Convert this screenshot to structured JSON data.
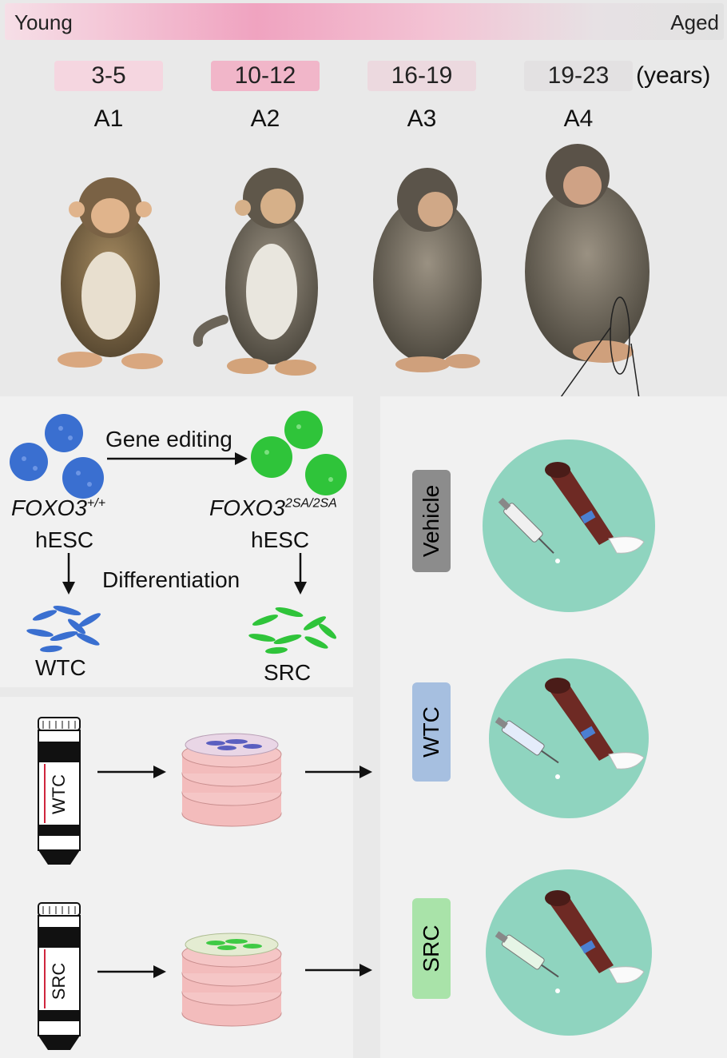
{
  "header": {
    "left_label": "Young",
    "right_label": "Aged",
    "gradient_colors": [
      "#f6dfe7",
      "#f0a3c0",
      "#e2e2e2"
    ]
  },
  "age_groups": [
    {
      "range": "3-5",
      "group": "A1",
      "pill_color": "#f5d6e0"
    },
    {
      "range": "10-12",
      "group": "A2",
      "pill_color": "#f1b6c9"
    },
    {
      "range": "16-19",
      "group": "A3",
      "pill_color": "#ecd9df"
    },
    {
      "range": "19-23",
      "group": "A4",
      "pill_color": "#e3e1e2"
    }
  ],
  "age_unit": "(years)",
  "editing": {
    "step_label": "Gene editing",
    "wild_type_gene": "FOXO3",
    "wild_type_superscript": "+/+",
    "edited_gene": "FOXO3",
    "edited_superscript": "2SA/2SA",
    "cell_type_left": "hESC",
    "cell_type_right": "hESC",
    "differentiation_label": "Differentiation",
    "product_left": "WTC",
    "product_right": "SRC",
    "wild_color": "#3a6fd0",
    "edited_color": "#2fc43a"
  },
  "culture": {
    "tube_top_label": "WTC",
    "tube_bottom_label": "SRC"
  },
  "treatments": [
    {
      "label": "Vehicle",
      "bg": "#8c8c8c",
      "fg": "#111111"
    },
    {
      "label": "WTC",
      "bg": "#a6bfe0",
      "fg": "#111111"
    },
    {
      "label": "SRC",
      "bg": "#a9e3a9",
      "fg": "#111111"
    }
  ],
  "circle_color": "#8fd4bf"
}
